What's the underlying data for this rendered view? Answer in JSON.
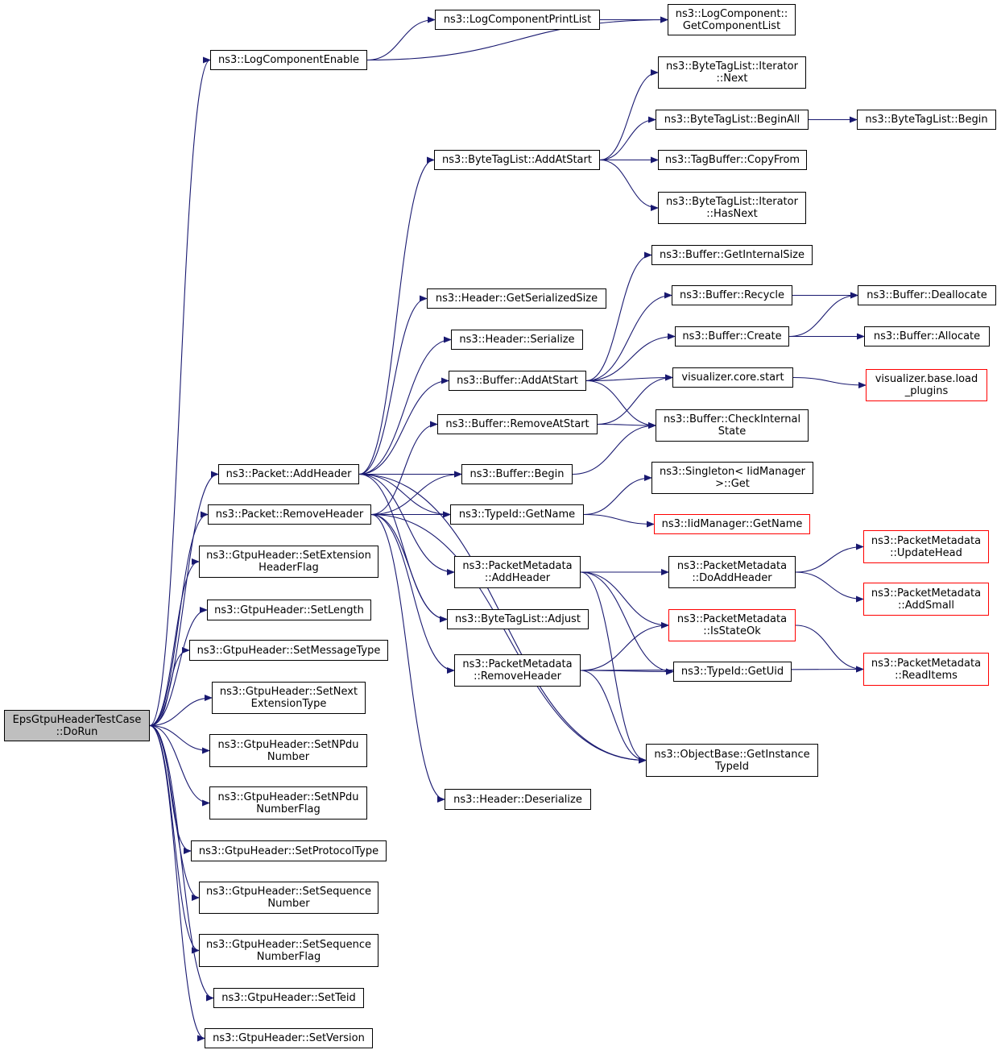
{
  "colors": {
    "edge": "#191970",
    "node_border": "#000000",
    "truncated_border": "#ff0000",
    "root_fill": "#bfbfbf"
  },
  "nodes": {
    "n_root": "EpsGtpuHeaderTestCase\n::DoRun",
    "n_logenable": "ns3::LogComponentEnable",
    "n_logprint": "ns3::LogComponentPrintList",
    "n_logget": "ns3::LogComponent::\nGetComponentList",
    "n_btli_next": "ns3::ByteTagList::Iterator\n::Next",
    "n_btl_beginall": "ns3::ByteTagList::BeginAll",
    "n_btl_begin": "ns3::ByteTagList::Begin",
    "n_btl_addatstart": "ns3::ByteTagList::AddAtStart",
    "n_tagbuf_copy": "ns3::TagBuffer::CopyFrom",
    "n_btli_hasnext": "ns3::ByteTagList::Iterator\n::HasNext",
    "n_buf_getinternal": "ns3::Buffer::GetInternalSize",
    "n_hdr_getsize": "ns3::Header::GetSerializedSize",
    "n_buf_recycle": "ns3::Buffer::Recycle",
    "n_buf_dealloc": "ns3::Buffer::Deallocate",
    "n_hdr_serialize": "ns3::Header::Serialize",
    "n_buf_create": "ns3::Buffer::Create",
    "n_buf_alloc": "ns3::Buffer::Allocate",
    "n_buf_addatstart": "ns3::Buffer::AddAtStart",
    "n_vis_start": "visualizer.core.start",
    "n_vis_load": "visualizer.base.load\n_plugins",
    "n_buf_removeatstart": "ns3::Buffer::RemoveAtStart",
    "n_buf_check": "ns3::Buffer::CheckInternal\nState",
    "n_pkt_addheader": "ns3::Packet::AddHeader",
    "n_buf_begin": "ns3::Buffer::Begin",
    "n_singleton_get": "ns3::Singleton< IidManager\n>::Get",
    "n_pkt_removeheader": "ns3::Packet::RemoveHeader",
    "n_typeid_getname": "ns3::TypeId::GetName",
    "n_iid_getname": "ns3::IidManager::GetName",
    "n_pm_updatehead": "ns3::PacketMetadata\n::UpdateHead",
    "n_gh_setext": "ns3::GtpuHeader::SetExtension\nHeaderFlag",
    "n_pm_addheader": "ns3::PacketMetadata\n::AddHeader",
    "n_pm_doaddheader": "ns3::PacketMetadata\n::DoAddHeader",
    "n_pm_addsmall": "ns3::PacketMetadata\n::AddSmall",
    "n_gh_setlength": "ns3::GtpuHeader::SetLength",
    "n_btl_adjust": "ns3::ByteTagList::Adjust",
    "n_pm_isstateok": "ns3::PacketMetadata\n::IsStateOk",
    "n_gh_setmsgtype": "ns3::GtpuHeader::SetMessageType",
    "n_pm_removeheader": "ns3::PacketMetadata\n::RemoveHeader",
    "n_typeid_getuid": "ns3::TypeId::GetUid",
    "n_pm_readitems": "ns3::PacketMetadata\n::ReadItems",
    "n_gh_setnextext": "ns3::GtpuHeader::SetNext\nExtensionType",
    "n_gh_setnpdu": "ns3::GtpuHeader::SetNPdu\nNumber",
    "n_ob_getinstance": "ns3::ObjectBase::GetInstance\nTypeId",
    "n_gh_setnpduflag": "ns3::GtpuHeader::SetNPdu\nNumberFlag",
    "n_hdr_deserialize": "ns3::Header::Deserialize",
    "n_gh_setproto": "ns3::GtpuHeader::SetProtocolType",
    "n_gh_setseq": "ns3::GtpuHeader::SetSequence\nNumber",
    "n_gh_setseqflag": "ns3::GtpuHeader::SetSequence\nNumberFlag",
    "n_gh_setteid": "ns3::GtpuHeader::SetTeid",
    "n_gh_setversion": "ns3::GtpuHeader::SetVersion"
  },
  "edges": [
    [
      "n_root",
      "n_logenable"
    ],
    [
      "n_root",
      "n_pkt_addheader"
    ],
    [
      "n_root",
      "n_pkt_removeheader"
    ],
    [
      "n_root",
      "n_gh_setext"
    ],
    [
      "n_root",
      "n_gh_setlength"
    ],
    [
      "n_root",
      "n_gh_setmsgtype"
    ],
    [
      "n_root",
      "n_gh_setnextext"
    ],
    [
      "n_root",
      "n_gh_setnpdu"
    ],
    [
      "n_root",
      "n_gh_setnpduflag"
    ],
    [
      "n_root",
      "n_gh_setproto"
    ],
    [
      "n_root",
      "n_gh_setseq"
    ],
    [
      "n_root",
      "n_gh_setseqflag"
    ],
    [
      "n_root",
      "n_gh_setteid"
    ],
    [
      "n_root",
      "n_gh_setversion"
    ],
    [
      "n_logenable",
      "n_logprint"
    ],
    [
      "n_logenable",
      "n_logget"
    ],
    [
      "n_logprint",
      "n_logget"
    ],
    [
      "n_btl_addatstart",
      "n_btli_next"
    ],
    [
      "n_btl_addatstart",
      "n_btl_beginall"
    ],
    [
      "n_btl_addatstart",
      "n_tagbuf_copy"
    ],
    [
      "n_btl_addatstart",
      "n_btli_hasnext"
    ],
    [
      "n_btl_beginall",
      "n_btl_begin"
    ],
    [
      "n_buf_addatstart",
      "n_buf_getinternal"
    ],
    [
      "n_buf_addatstart",
      "n_buf_recycle"
    ],
    [
      "n_buf_addatstart",
      "n_buf_create"
    ],
    [
      "n_buf_addatstart",
      "n_vis_start"
    ],
    [
      "n_buf_addatstart",
      "n_buf_check"
    ],
    [
      "n_buf_recycle",
      "n_buf_dealloc"
    ],
    [
      "n_buf_create",
      "n_buf_dealloc"
    ],
    [
      "n_buf_create",
      "n_buf_alloc"
    ],
    [
      "n_vis_start",
      "n_vis_load"
    ],
    [
      "n_buf_removeatstart",
      "n_vis_start"
    ],
    [
      "n_buf_removeatstart",
      "n_buf_check"
    ],
    [
      "n_buf_begin",
      "n_buf_check"
    ],
    [
      "n_pkt_addheader",
      "n_btl_addatstart"
    ],
    [
      "n_pkt_addheader",
      "n_hdr_getsize"
    ],
    [
      "n_pkt_addheader",
      "n_hdr_serialize"
    ],
    [
      "n_pkt_addheader",
      "n_buf_addatstart"
    ],
    [
      "n_pkt_addheader",
      "n_buf_begin"
    ],
    [
      "n_pkt_addheader",
      "n_typeid_getname"
    ],
    [
      "n_pkt_addheader",
      "n_pm_addheader"
    ],
    [
      "n_pkt_addheader",
      "n_btl_adjust"
    ],
    [
      "n_pkt_addheader",
      "n_ob_getinstance"
    ],
    [
      "n_pkt_removeheader",
      "n_buf_removeatstart"
    ],
    [
      "n_pkt_removeheader",
      "n_buf_begin"
    ],
    [
      "n_pkt_removeheader",
      "n_typeid_getname"
    ],
    [
      "n_pkt_removeheader",
      "n_btl_adjust"
    ],
    [
      "n_pkt_removeheader",
      "n_pm_removeheader"
    ],
    [
      "n_pkt_removeheader",
      "n_ob_getinstance"
    ],
    [
      "n_pkt_removeheader",
      "n_hdr_deserialize"
    ],
    [
      "n_typeid_getname",
      "n_singleton_get"
    ],
    [
      "n_typeid_getname",
      "n_iid_getname"
    ],
    [
      "n_pm_addheader",
      "n_pm_doaddheader"
    ],
    [
      "n_pm_addheader",
      "n_pm_isstateok"
    ],
    [
      "n_pm_addheader",
      "n_typeid_getuid"
    ],
    [
      "n_pm_addheader",
      "n_ob_getinstance"
    ],
    [
      "n_pm_doaddheader",
      "n_pm_updatehead"
    ],
    [
      "n_pm_doaddheader",
      "n_pm_addsmall"
    ],
    [
      "n_pm_isstateok",
      "n_pm_readitems"
    ],
    [
      "n_pm_removeheader",
      "n_pm_isstateok"
    ],
    [
      "n_pm_removeheader",
      "n_typeid_getuid"
    ],
    [
      "n_pm_removeheader",
      "n_pm_readitems"
    ],
    [
      "n_pm_removeheader",
      "n_ob_getinstance"
    ]
  ]
}
